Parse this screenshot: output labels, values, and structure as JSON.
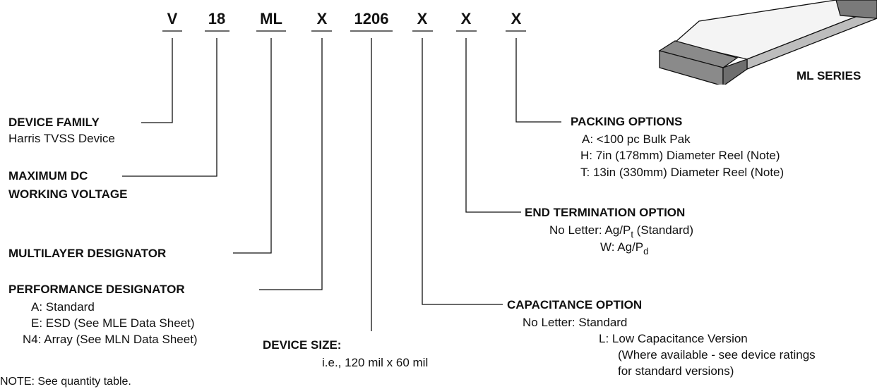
{
  "codes": [
    "V",
    "18",
    "ML",
    "X",
    "1206",
    "X",
    "X",
    "X"
  ],
  "device_family": {
    "title": "DEVICE FAMILY",
    "desc": "Harris TVSS Device"
  },
  "max_dc": {
    "title_line1": "MAXIMUM DC",
    "title_line2": "WORKING VOLTAGE"
  },
  "multilayer": {
    "title": "MULTILAYER DESIGNATOR"
  },
  "performance": {
    "title": "PERFORMANCE DESIGNATOR",
    "options": [
      {
        "key": "A:",
        "text": "Standard"
      },
      {
        "key": "E:",
        "text": "ESD (See MLE Data Sheet)"
      },
      {
        "key": "N4:",
        "text": "Array (See MLN Data Sheet)"
      }
    ]
  },
  "device_size": {
    "title": "DEVICE SIZE:",
    "desc": "i.e., 120 mil x 60 mil"
  },
  "capacitance": {
    "title": "CAPACITANCE OPTION",
    "options": [
      {
        "key": "No Letter:",
        "text": "Standard"
      },
      {
        "key": "L:",
        "lines": [
          "Low Capacitance Version",
          "(Where available - see device ratings",
          "for standard versions)"
        ]
      }
    ]
  },
  "end_termination": {
    "title": "END TERMINATION OPTION",
    "options": [
      {
        "key": "No Letter:",
        "prefix": "Ag/P",
        "sub": "t",
        "suffix": " (Standard)"
      },
      {
        "key": "W:",
        "prefix": "Ag/P",
        "sub": "d",
        "suffix": ""
      }
    ]
  },
  "packing": {
    "title": "PACKING OPTIONS",
    "options": [
      {
        "key": "A:",
        "text": "<100 pc Bulk Pak"
      },
      {
        "key": "H:",
        "text": "7in (178mm) Diameter Reel (Note)"
      },
      {
        "key": "T:",
        "text": "13in (330mm) Diameter Reel (Note)"
      }
    ]
  },
  "series_label": "ML SERIES",
  "note": "NOTE:  See quantity table."
}
